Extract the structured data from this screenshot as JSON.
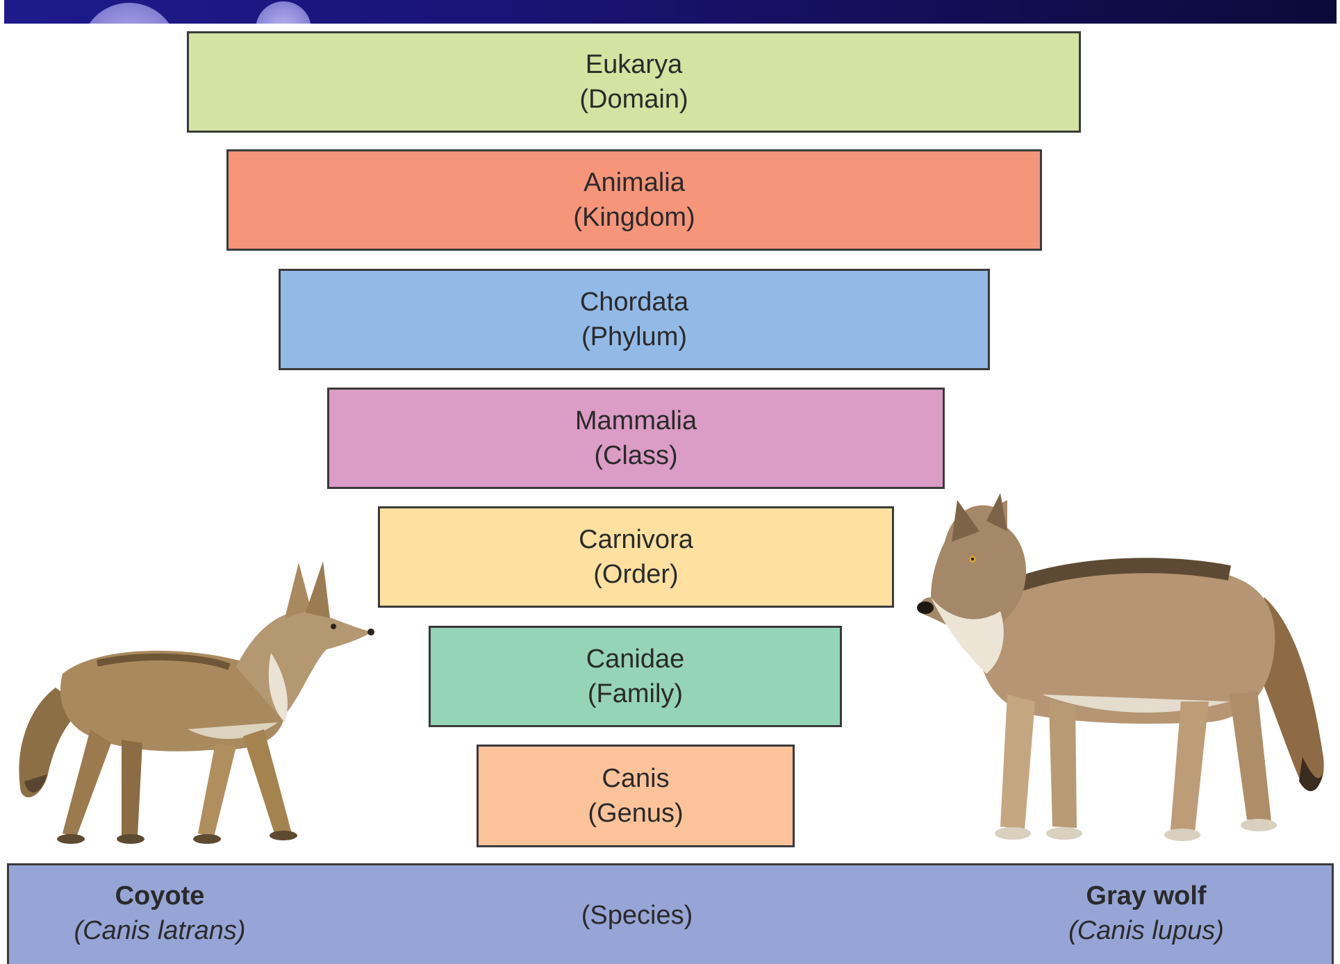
{
  "ranks": [
    {
      "name": "Eukarya",
      "rank": "(Domain)",
      "color": "#d3e4a2"
    },
    {
      "name": "Animalia",
      "rank": "(Kingdom)",
      "color": "#f6957a"
    },
    {
      "name": "Chordata",
      "rank": "(Phylum)",
      "color": "#93bae6"
    },
    {
      "name": "Mammalia",
      "rank": "(Class)",
      "color": "#db9cc6"
    },
    {
      "name": "Carnivora",
      "rank": "(Order)",
      "color": "#fee1a1"
    },
    {
      "name": "Canidae",
      "rank": "(Family)",
      "color": "#96d4b7"
    },
    {
      "name": "Canis",
      "rank": "(Genus)",
      "color": "#fcc39a"
    }
  ],
  "species": {
    "rank": "(Species)",
    "color": "#97a5d6",
    "left": {
      "common": "Coyote",
      "scientific": "Canis latrans"
    },
    "right": {
      "common": "Gray wolf",
      "scientific": "Canis lupus"
    }
  },
  "icons": {
    "left_animal": "coyote-illustration",
    "right_animal": "gray-wolf-illustration"
  }
}
